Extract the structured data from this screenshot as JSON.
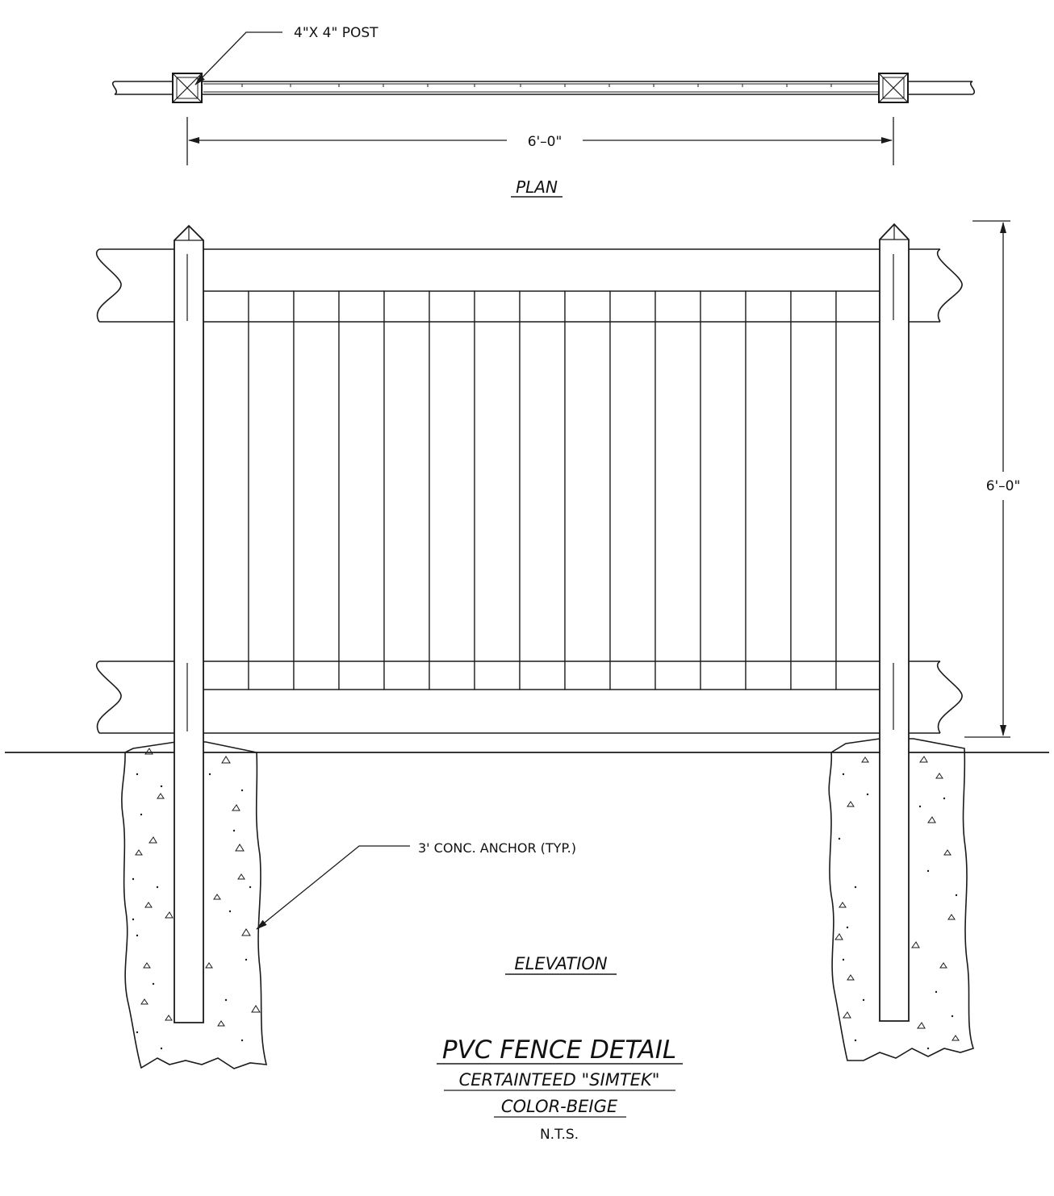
{
  "plan": {
    "post_label": "4\"X 4\" POST",
    "span_dim": "6'–0\"",
    "title": "PLAN"
  },
  "elevation": {
    "height_dim": "6'–0\"",
    "anchor_label": "3' CONC. ANCHOR (TYP.)",
    "title": "ELEVATION"
  },
  "title_block": {
    "title": "PVC FENCE DETAIL",
    "line1": "CERTAINTEED \"SIMTEK\"",
    "line2": "COLOR-BEIGE",
    "scale": "N.T.S."
  },
  "colors": {
    "line": "#1a1a1a",
    "background": "#ffffff"
  }
}
